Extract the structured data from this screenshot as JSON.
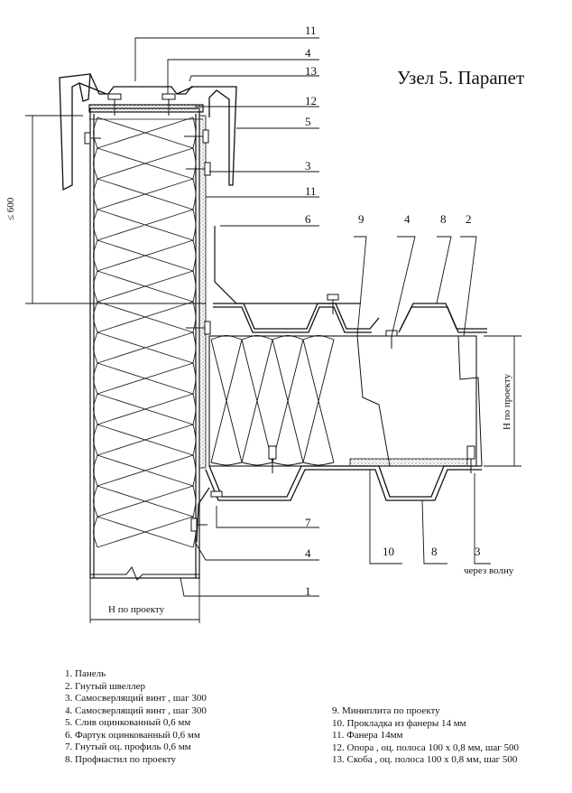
{
  "title": "Узел 5. Парапет",
  "callouts": [
    "11",
    "4",
    "13",
    "12",
    "5",
    "3",
    "11",
    "6",
    "9",
    "4",
    "8",
    "2",
    "7",
    "4",
    "1",
    "10",
    "8",
    "3"
  ],
  "dimensions": {
    "spacing": "≤ 600",
    "height_left": "Н по проекту",
    "height_right": "Н по проекту",
    "through_wave": "через волну"
  },
  "legend_left": [
    "1.  Панель",
    "2.  Гнутый швеллер",
    "3.  Самосверлящий винт  , шаг 300",
    "4.  Самосверлящий винт  , шаг 300",
    "5.  Слив оцинкованный  0,6 мм",
    "6. Фартук оцинкованный  0,6 мм",
    "7.  Гнутый оц. профиль 0,6 мм",
    "8.  Профнастил по проекту"
  ],
  "legend_right": [
    "9.  Миниплита по проекту",
    "10. Прокладка из фанеры  14 мм",
    "11. Фанера  14мм",
    "12. Опора , оц. полоса 100 х 0,8 мм, шаг 500",
    "13. Скоба , оц. полоса 100 х 0,8 мм, шаг 500"
  ]
}
